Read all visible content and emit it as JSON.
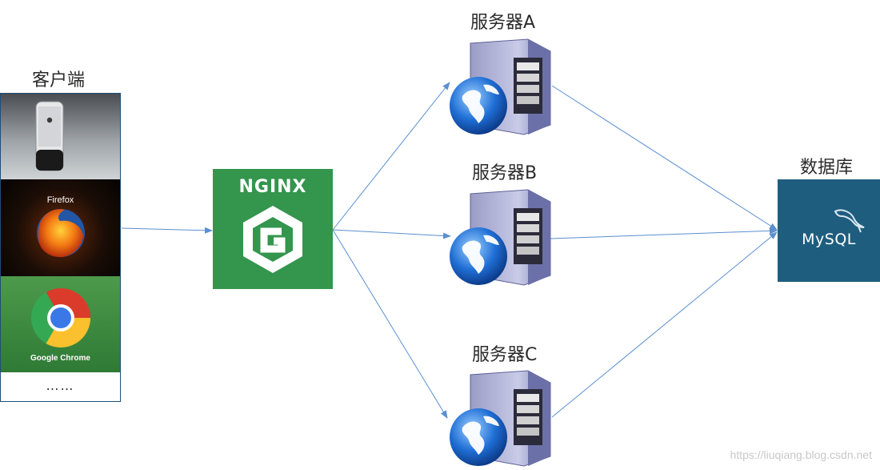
{
  "labels": {
    "client": "客户端",
    "server_a": "服务器A",
    "server_b": "服务器B",
    "server_c": "服务器C",
    "database": "数据库"
  },
  "clients": {
    "firefox_caption": "Firefox",
    "chrome_caption": "Google Chrome",
    "more": "……"
  },
  "nginx": {
    "text": "NGINX",
    "color": "#34954d"
  },
  "mysql": {
    "text": "MySQL",
    "color": "#1f5d7f"
  },
  "edge_color": "#5b8fd0",
  "watermark": "https://liuqiang.blog.csdn.net"
}
